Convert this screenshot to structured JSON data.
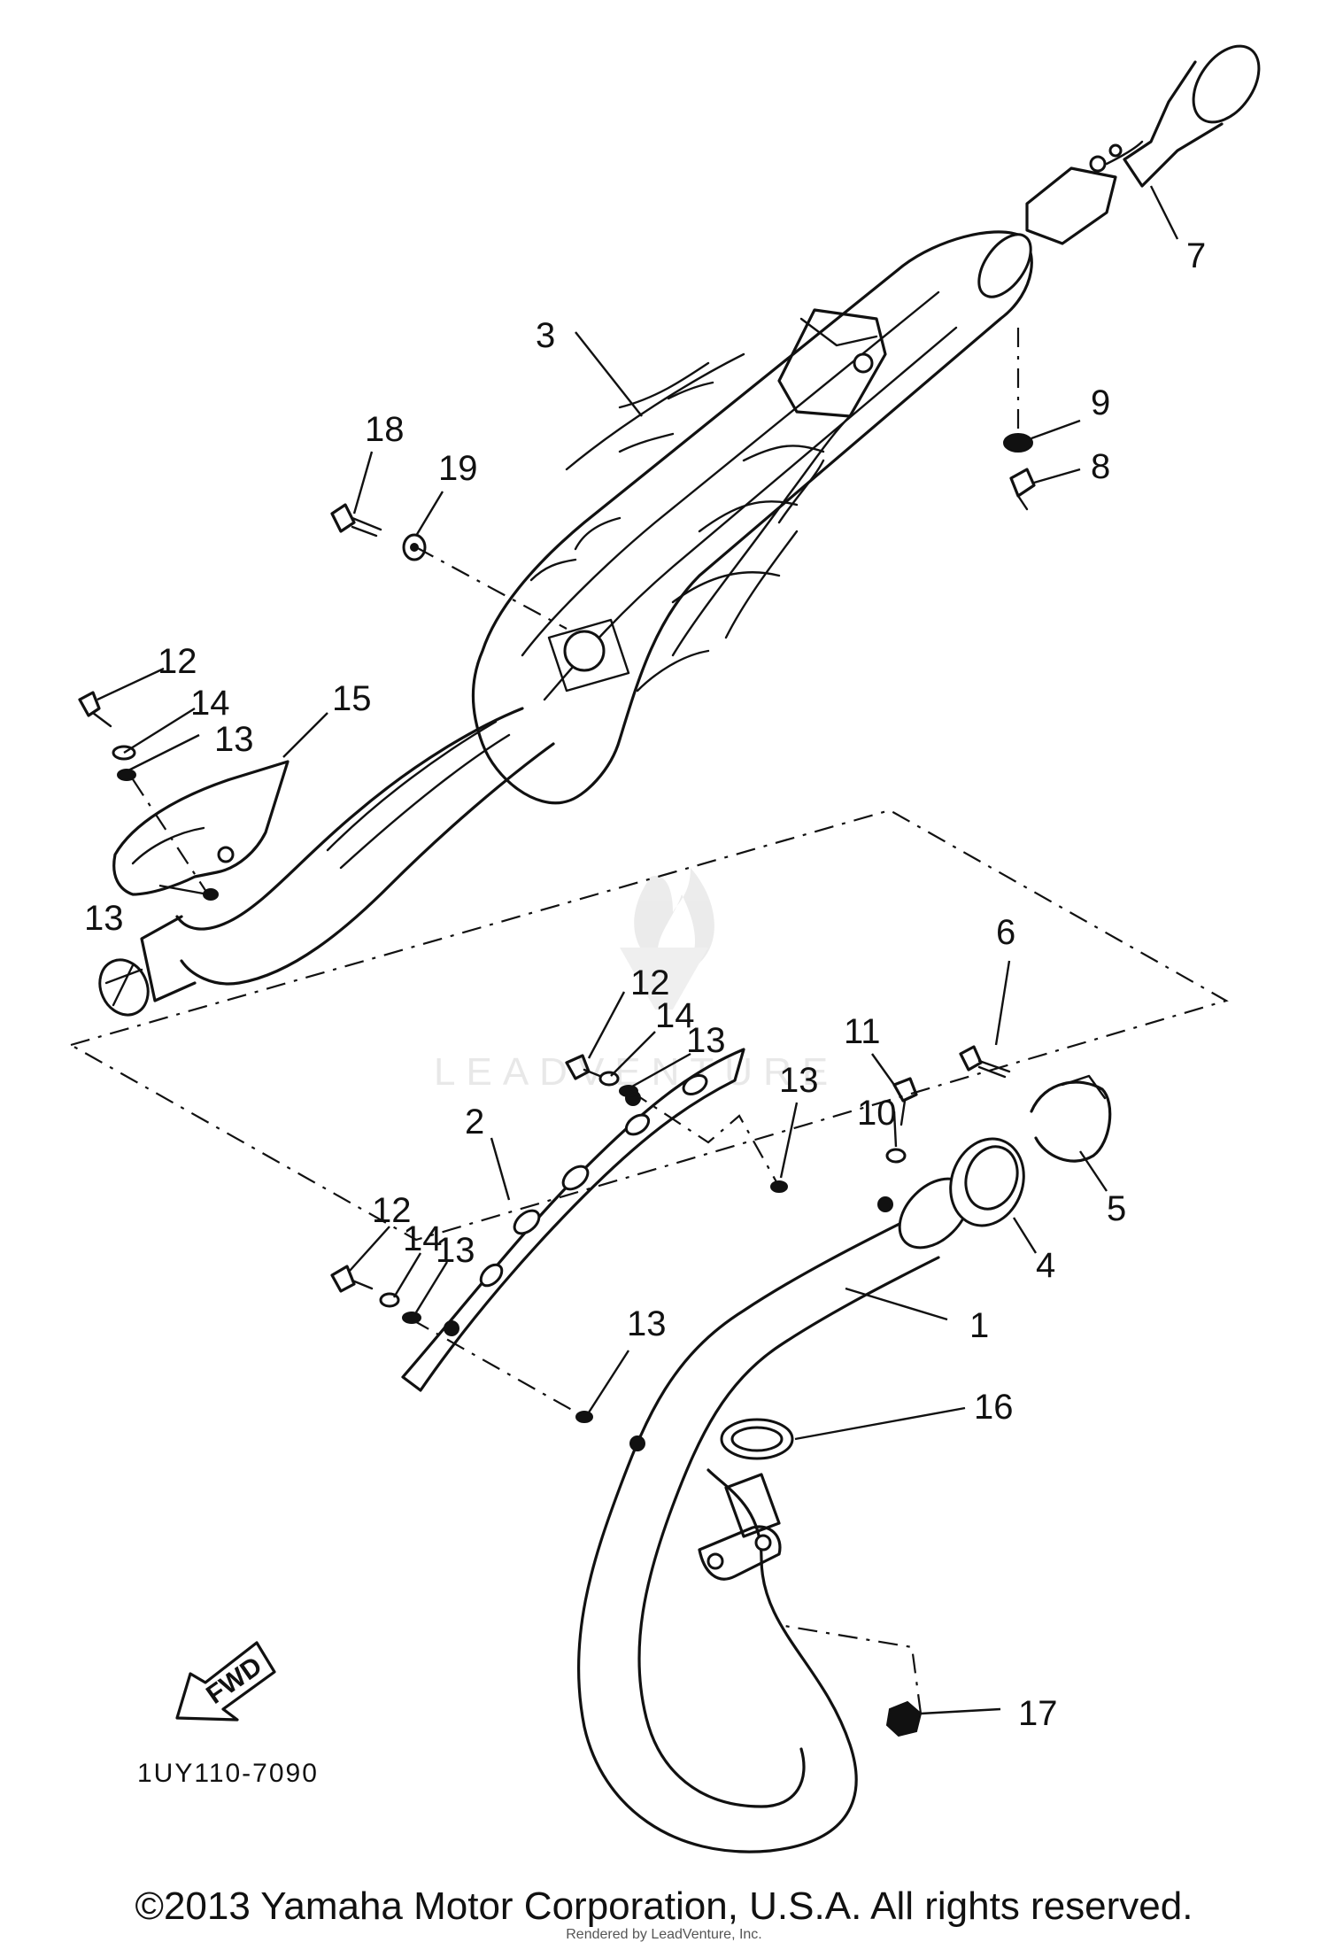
{
  "diagram": {
    "drawing_code": "1UY110-7090",
    "fwd_label": "FWD",
    "watermark_text": "LEADVENTURE",
    "copyright": "©2013 Yamaha Motor Corporation, U.S.A. All rights reserved.",
    "rendered_by": "Rendered by LeadVenture, Inc.",
    "callouts": {
      "c1": "1",
      "c2": "2",
      "c3": "3",
      "c4": "4",
      "c5": "5",
      "c6": "6",
      "c7": "7",
      "c8": "8",
      "c9": "9",
      "c10": "10",
      "c11": "11",
      "c12a": "12",
      "c12b": "12",
      "c12c": "12",
      "c13a": "13",
      "c13b": "13",
      "c13c": "13",
      "c13d": "13",
      "c13e": "13",
      "c13f": "13",
      "c14a": "14",
      "c14b": "14",
      "c14c": "14",
      "c15": "15",
      "c16": "16",
      "c17": "17",
      "c18": "18",
      "c19": "19"
    }
  }
}
